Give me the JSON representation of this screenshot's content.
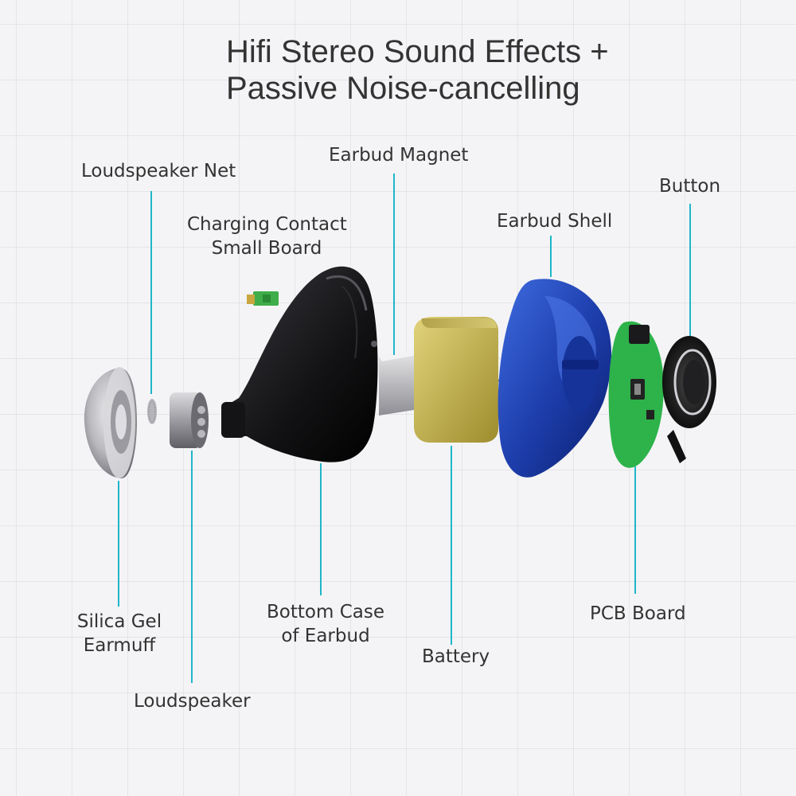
{
  "title": {
    "line1": "Hifi Stereo Sound Effects +",
    "line2": "Passive Noise-cancelling"
  },
  "labels": {
    "loudspeaker_net": "Loudspeaker Net",
    "charging_contact": {
      "line1": "Charging Contact",
      "line2": "Small Board"
    },
    "earbud_magnet": "Earbud Magnet",
    "earbud_shell": "Earbud Shell",
    "button": "Button",
    "silica_gel": {
      "line1": "Silica Gel",
      "line2": "Earmuff"
    },
    "loudspeaker": "Loudspeaker",
    "bottom_case": {
      "line1": "Bottom Case",
      "line2": "of Earbud"
    },
    "battery": "Battery",
    "pcb_board": "PCB Board"
  },
  "colors": {
    "leader_line": "#1fb6c9",
    "background": "#f4f4f6",
    "shell_blue": "#1e3fae",
    "battery_gold": "#c9b64a",
    "pcb_green": "#2db34a"
  }
}
